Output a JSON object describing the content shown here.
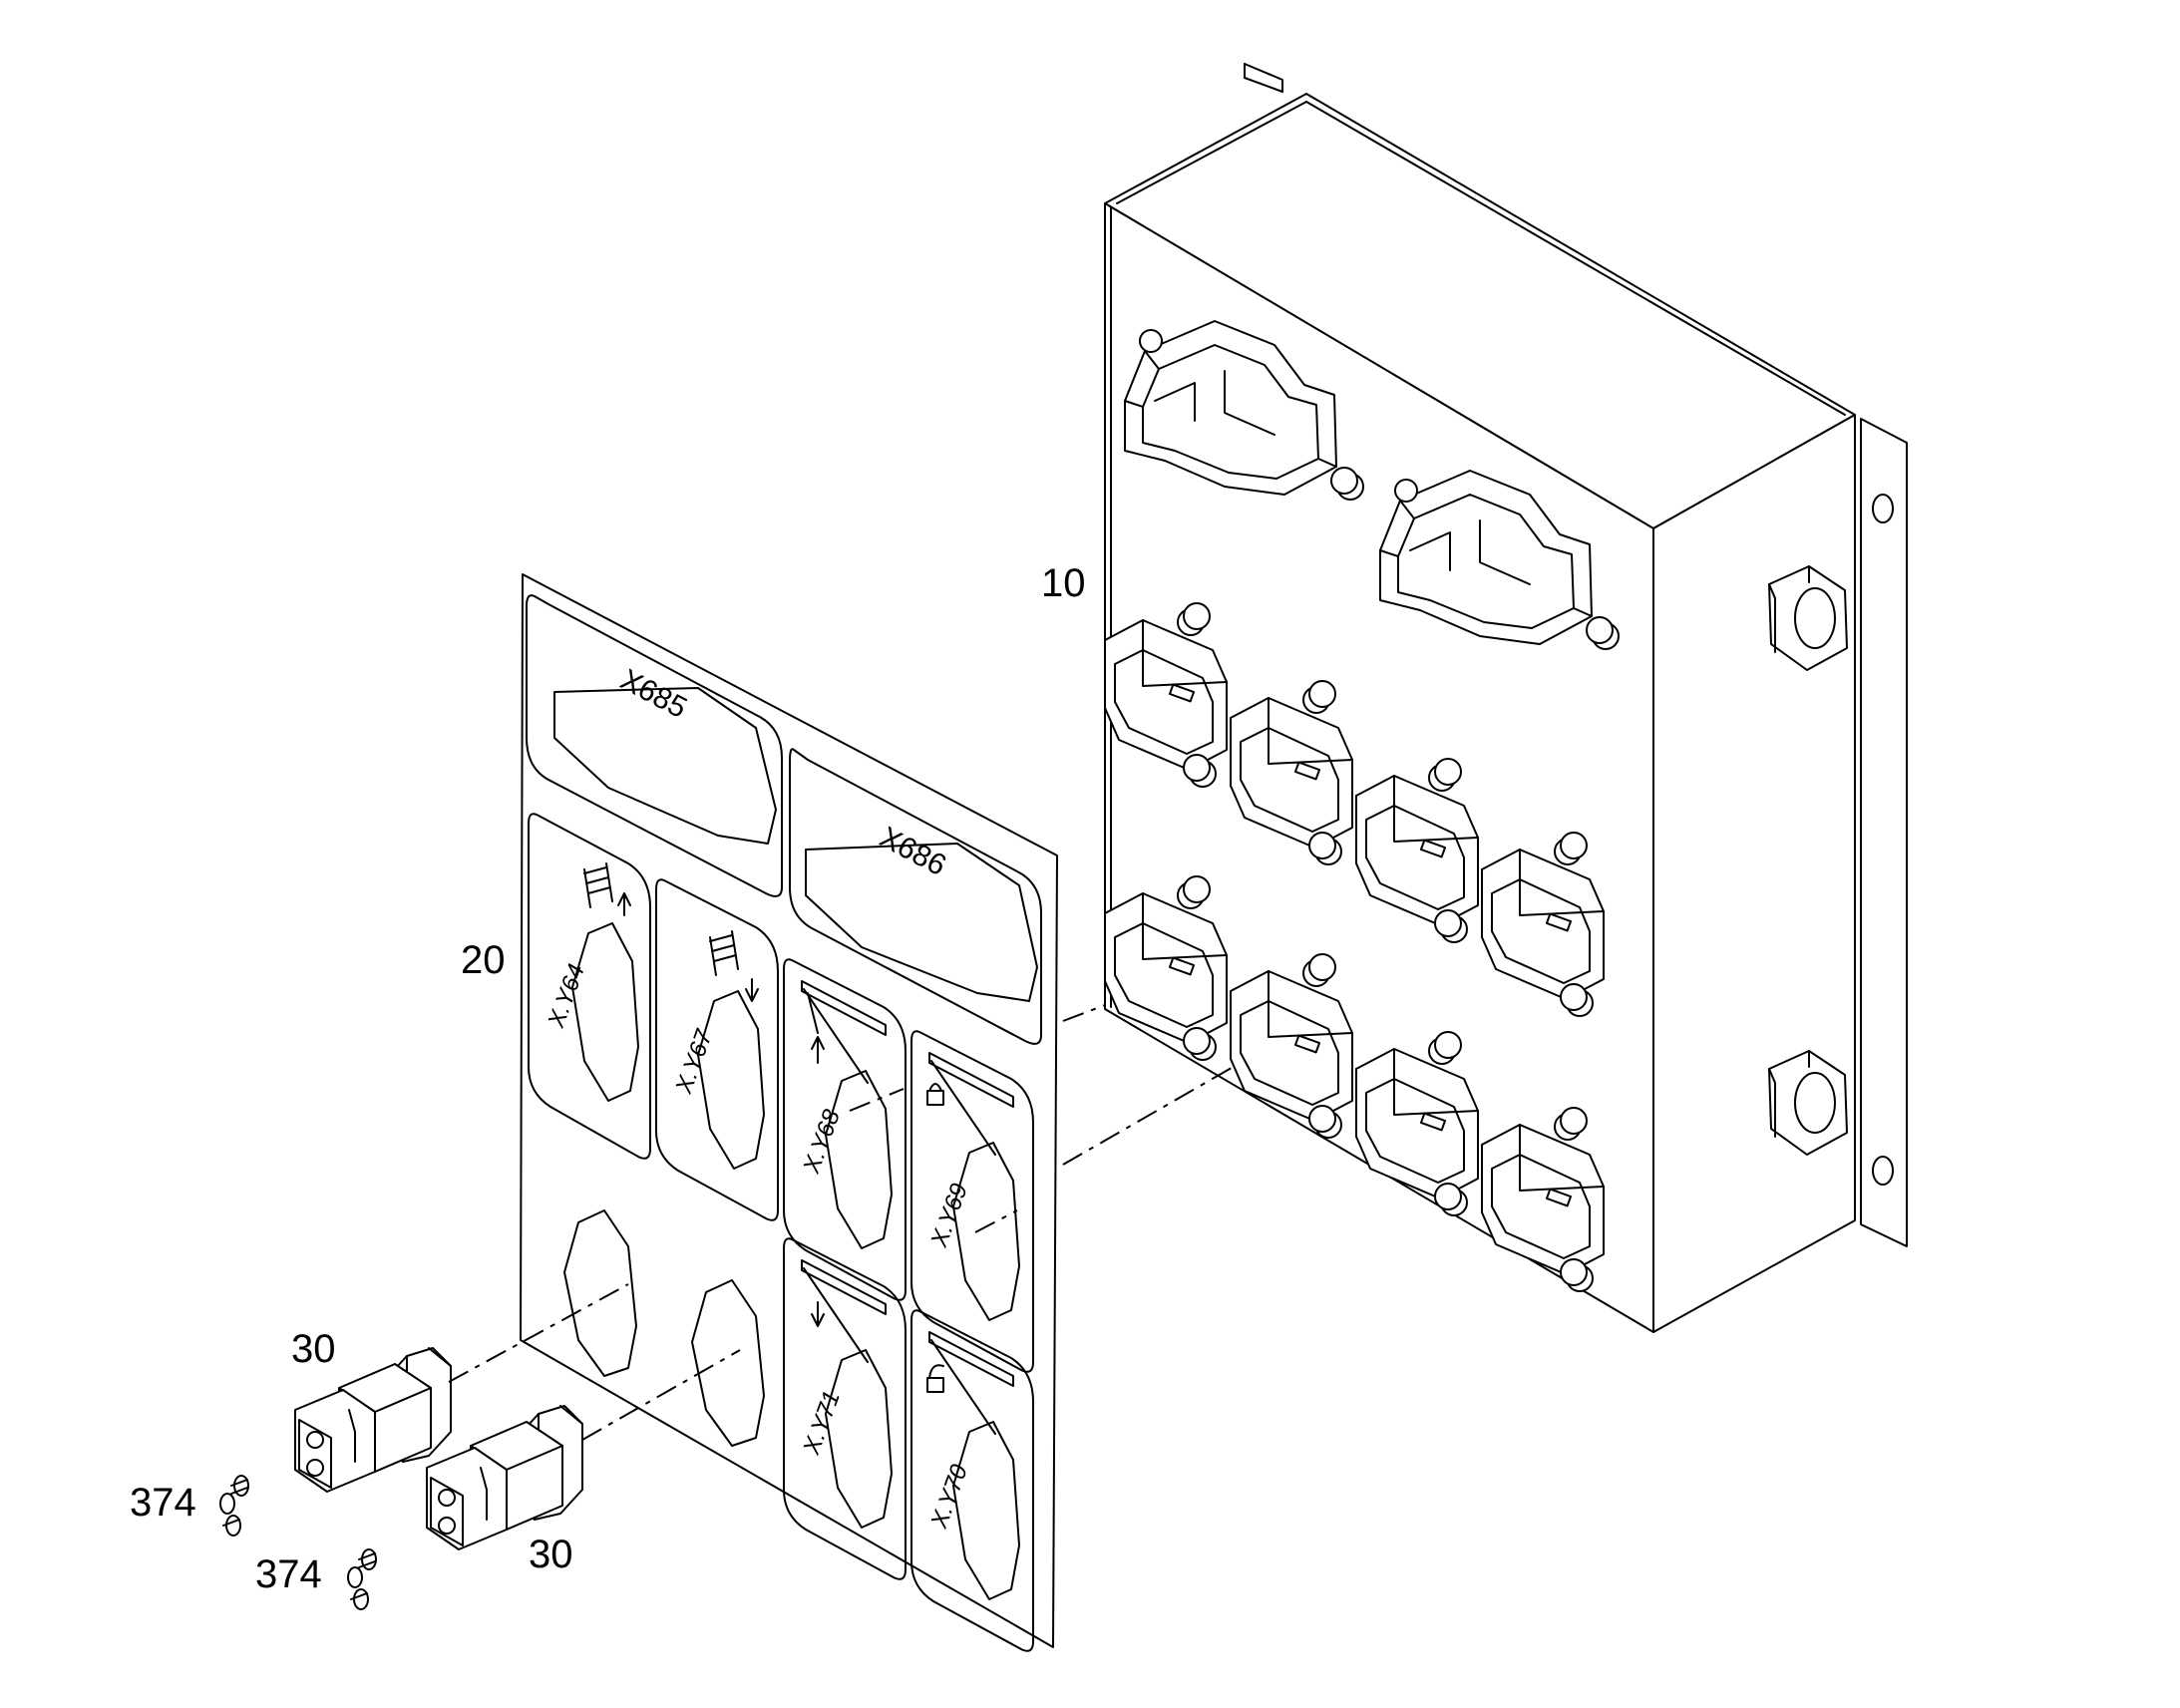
{
  "diagram": {
    "callouts": {
      "control_box": "10",
      "label_sheet": "20",
      "connector_left": "30",
      "connector_right": "30",
      "screw_left": "374",
      "screw_right": "374"
    },
    "label_sheet": {
      "top_left": "X685",
      "top_right": "X686",
      "y64": "X.Y64",
      "y67": "X.Y67",
      "y68": "X.Y68",
      "y69": "X.Y69",
      "y71": "X.Y71",
      "y70": "X.Y70"
    }
  }
}
